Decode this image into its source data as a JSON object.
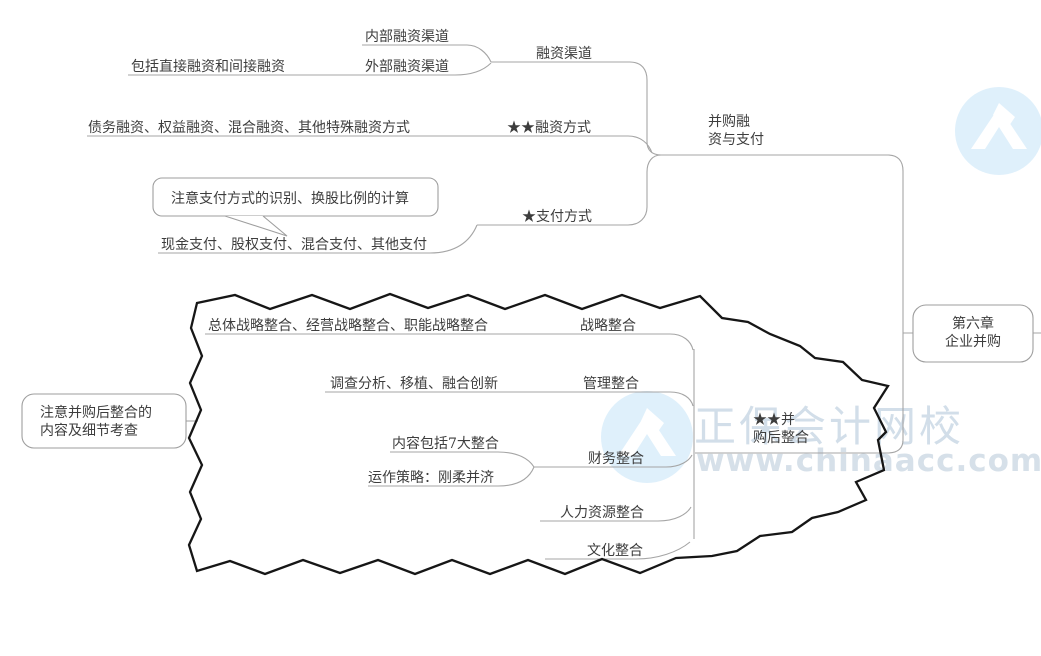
{
  "diagram_title": "第六章 企业并购",
  "root": {
    "line1": "第六章",
    "line2": "企业并购"
  },
  "financing_branch": {
    "label_line1": "并购融",
    "label_line2": "资与支付",
    "channels": {
      "label": "融资渠道",
      "internal": "内部融资渠道",
      "external": "外部融资渠道",
      "external_note": "包括直接融资和间接融资"
    },
    "methods": {
      "label": "★★融资方式",
      "note": "债务融资、权益融资、混合融资、其他特殊融资方式"
    },
    "payment": {
      "label": "★支付方式",
      "note": "现金支付、股权支付、混合支付、其他支付",
      "callout": "注意支付方式的识别、换股比例的计算"
    }
  },
  "integration_branch": {
    "label_line1": "★★并",
    "label_line2": "购后整合",
    "callout_line1": "注意并购后整合的",
    "callout_line2": "内容及细节考查",
    "strategy": {
      "label": "战略整合",
      "note": "总体战略整合、经营战略整合、职能战略整合"
    },
    "management": {
      "label": "管理整合",
      "note": "调查分析、移植、融合创新"
    },
    "finance": {
      "label": "财务整合",
      "note_content": "内容包括7大整合",
      "note_strategy": "运作策略：刚柔并济"
    },
    "hr": {
      "label": "人力资源整合"
    },
    "culture": {
      "label": "文化整合"
    }
  },
  "watermark": {
    "brand": "正保会计网校",
    "url": "www.chinaacc.com",
    "logo_icon": "chinaacc-logo-icon"
  },
  "colors": {
    "connector_gray": "#a5a5a5",
    "cloud_black": "#161616",
    "text_dark": "#3d3d3d",
    "watermark_blue": "#c3d4e2",
    "logo_circle_blue": "#dff0fb"
  }
}
